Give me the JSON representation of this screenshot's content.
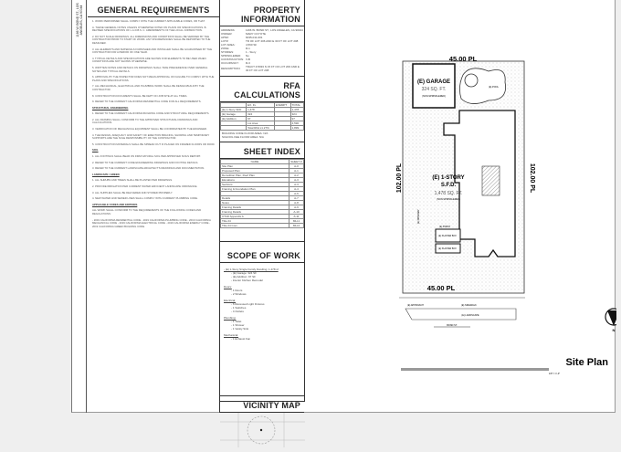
{
  "strip_address": "1166 W. BOND ST., LOS ANGELES, CA 90044",
  "general": {
    "title": "GENERAL REQUIREMENTS",
    "paragraphs": [
      "1. WORK PERFORMED SHALL COMPLY WITH THE CURRENT APPLICABLE CODES, OR THAT:",
      "A. THESE GENERAL NOTES UNLESS OTHERWISE NOTED ON PLANS OR SPECIFICATIONS. B. REVISED SPECIFICATIONS OF L.A.D.B.S. C. AMENDMENTS OF THE LOCAL JURISDICTION.",
      "2. DO NOT SCALE DRAWINGS. ALL DIMENSIONS AND CONDITIONS SHALL BE VERIFIED BY THE CONTRACTOR PRIOR TO START OF WORK. ANY DISCREPANCIES SHALL BE REPORTED TO THE DESIGNER.",
      "3. ALL ELEMENTS AND MATERIALS FURNISHED AND INSTALLED SHALL BE GUARANTEED BY THE CONTRACTOR FOR A PERIOD OF ONE YEAR.",
      "4. TYPICAL DETAILS AND SPECIFICATIONS ARE SHOWN FOR ELEMENTS TO BE USED WHEN CONDITIONS ARE NOT SHOWN OTHERWISE.",
      "5. WRITTEN NOTES AND DETAILS ON DRAWINGS SHALL TAKE PRECEDENCE OVER GENERAL NOTES AND TYPICAL DETAILS.",
      "6. APPROVAL BY THE INSPECTOR DOES NOT MEAN APPROVAL OF FAILURE TO COMPLY WITH THE PLANS AND SPECIFICATIONS.",
      "7. ALL MECHANICAL, ELECTRICAL AND PLUMBING WORK SHALL BE DESIGN-BUILD BY THE CONTRACTOR.",
      "8. CONSTRUCTION DOCUMENTS SHALL BE KEPT ON JOB SITE AT ALL TIMES.",
      "9. REFER TO THE CURRENT CALIFORNIA RESIDENTIAL CODE FOR ALL REQUIREMENTS.",
      "STRUCTURAL ENGINEERING",
      "1. REFER TO THE CURRENT CALIFORNIA BUILDING CODE AND STRUCTURAL REQUIREMENTS.",
      "2. ALL FRAMING SHALL CONFORM TO THE APPROVED STRUCTURAL DRAWINGS AND CALCULATIONS.",
      "3. VERIFICATION OF MECHANICAL EQUIPMENT SHALL BE COORDINATED BY THE ENGINEER.",
      "4. THE DESIGN, ADEQUACY AND SAFETY OF ERECTION BRACING, SHORING AND TEMPORARY SUPPORTS ARE THE SOLE RESPONSIBILITY OF THE CONTRACTOR.",
      "5. CONSTRUCTION MATERIALS SHALL BE SPREAD OUT IF PLACED ON FRAMED FLOORS OR ROOF.",
      "SOIL",
      "1. ALL FOOTINGS SHALL BEAR ON FIRM NATURAL SOIL PER APPROVED SOILS REPORT.",
      "2. REFER TO THE CURRENT CODE ENGINEERING DRAWINGS AND FOOTING DETAILS.",
      "3. REFER TO THE CURRENT LANDSCAPE ARCHITECT'S DRAWINGS AND DOCUMENTATION.",
      "LANDSCAPE / GREEN",
      "1. ALL SHRUBS AND TREES SHALL BE PLANTED PER DRAWINGS.",
      "2. PROVIDE IRRIGATION PER CURRENT WATER EFFICIENT LANDSCAPE ORDINANCE.",
      "3. ALL SUPPLIES SHALL BE DELIVERED AND STORED PROPERLY.",
      "4. NEW WATER AND SEWER LINES SHALL COMPLY WITH CURRENT PLUMBING CODE.",
      "APPLICABLE CODES AND EDITIONS",
      "ALL WORK SHALL CONFORM TO THE REQUIREMENTS OF THE FOLLOWING CODES AND REGULATIONS:",
      "- 2019 CALIFORNIA RESIDENTIAL CODE - 2019 CALIFORNIA PLUMBING CODE - 2019 CALIFORNIA MECHANICAL CODE - 2019 CALIFORNIA ELECTRICAL CODE - 2019 CALIFORNIA ENERGY CODE - 2019 CALIFORNIA GREEN BUILDING CODE"
    ]
  },
  "property": {
    "title": "PROPERTY INFORMATION",
    "rows": [
      [
        "ADDRESS:",
        "1166 W. BOND ST., LOS ANGELES, CA 90044"
      ],
      [
        "OWNER:",
        "MARY COYOTE"
      ],
      [
        "APN#:",
        "6035-011-001"
      ],
      [
        "LOT#:",
        "TR OF LOT 206 AND E 30 FT OF LOT 208"
      ],
      [
        "LOT AREA:",
        "4,590 SF"
      ],
      [
        "ZONE:",
        "R-1"
      ],
      [
        "STORIES:",
        "1 - Story"
      ],
      [
        "SPRINKLERED:",
        "No"
      ],
      [
        "CONSTRUCTION:",
        "V-B"
      ],
      [
        "OCCUPANCY:",
        "R-3"
      ],
      [
        "DESCRIPTION:",
        "TRACT # 8033 N 15 FT OF LOT 206 AND E 30 FT OF LOT 208"
      ]
    ]
  },
  "rfa": {
    "title": "RFA CALCULATIONS",
    "headers": [
      "",
      "EX. FL",
      "EXEMPT",
      "TOTAL"
    ],
    "rows": [
      [
        "(E) 1-Story SFD",
        "1,478",
        "",
        "1,478"
      ],
      [
        "(E) Garage",
        "324",
        "",
        "324"
      ],
      [
        "(E) Addition",
        "97",
        "",
        "97"
      ],
      [
        "",
        "Lot Area",
        "",
        "4,590"
      ],
      [
        "",
        "Total RFA x1.27%",
        "",
        "1,899"
      ]
    ],
    "notes": [
      "BUILDING CODE FLOOR AREA: N/A",
      "SCHOOL FEE FLOOR AREA: N/A"
    ]
  },
  "sheet_index": {
    "title": "SHEET INDEX",
    "headers": [
      "NAME",
      "SHEET #"
    ],
    "rows": [
      [
        "Site Plan",
        "A-0"
      ],
      [
        "Proposed Plan",
        "A-1"
      ],
      [
        "Demolition Plan, Roof Plan",
        "A-2"
      ],
      [
        "Elevations",
        "A-3"
      ],
      [
        "Sections",
        "A-3"
      ],
      [
        "Framing & Foundation Plan",
        "A-4"
      ],
      [
        "",
        "A-6"
      ],
      [
        "Details",
        "A-7"
      ],
      [
        "Notes",
        "A-8"
      ],
      [
        "Framing Details",
        "A-9"
      ],
      [
        "Framing Details",
        "A-10"
      ],
      [
        "CTAD Appendix A",
        "A-11"
      ],
      [
        "Title 24",
        "MH-1"
      ],
      [
        "Title 24 Com",
        "MH-2"
      ]
    ]
  },
  "scope": {
    "title": "SCOPE OF WORK",
    "lines": [
      {
        "t": "- (E) 1-Story Single Family Dwelling: 1,478 sf",
        "u": true
      },
      {
        "t": "- (E) Garage: 324 SF"
      },
      {
        "t": "- (E) Addition: 97 SF"
      },
      {
        "t": "- Interior Kitchen Remodel"
      },
      {
        "t": "Doors:",
        "u": true
      },
      {
        "t": "- 1 Doors"
      },
      {
        "t": "- 2 Windows"
      },
      {
        "t": "Electrical:",
        "u": true
      },
      {
        "t": "- 6 Recessed Light Fixtures"
      },
      {
        "t": "- 1 Switches"
      },
      {
        "t": "- 4 Outlets"
      },
      {
        "t": "Plumbing:",
        "u": true
      },
      {
        "t": "- 1 Toilet"
      },
      {
        "t": "- 1 Shower"
      },
      {
        "t": "- 1 Vanity Sink"
      },
      {
        "t": "Mechanical:",
        "u": true
      },
      {
        "t": "- 1 Exhaust Fan"
      }
    ]
  },
  "vicinity": {
    "title": "VICINITY MAP"
  },
  "site": {
    "title": "Site Plan",
    "scale": "1/8\" = 1'-0\"",
    "pl_top": "45.00 PL",
    "pl_bottom": "45.00 PL",
    "pl_left": "102.00 PL",
    "pl_right": "102.00 PL",
    "garage": [
      "(E) GARAGE",
      "324 SQ. FT.",
      "(NON-SPRINKLERED)"
    ],
    "house": [
      "(E) 1-STORY",
      "S.F.D.",
      "1,478 SQ. FT.",
      "(NON-SPRINKLERED)"
    ],
    "pool": "(E) POOL",
    "porch": "(E) PORCH",
    "planter1": "(E) PLANTER BOX",
    "planter2": "(E) PLANTER BOX",
    "approach": "(E) APPROACH",
    "sidewalk": "(E) SIDEWALK",
    "landscape": "(E) LANDSCAPE",
    "driveway": "(E) DRIVEWAY",
    "street": "BOND ST.",
    "north": "N"
  }
}
